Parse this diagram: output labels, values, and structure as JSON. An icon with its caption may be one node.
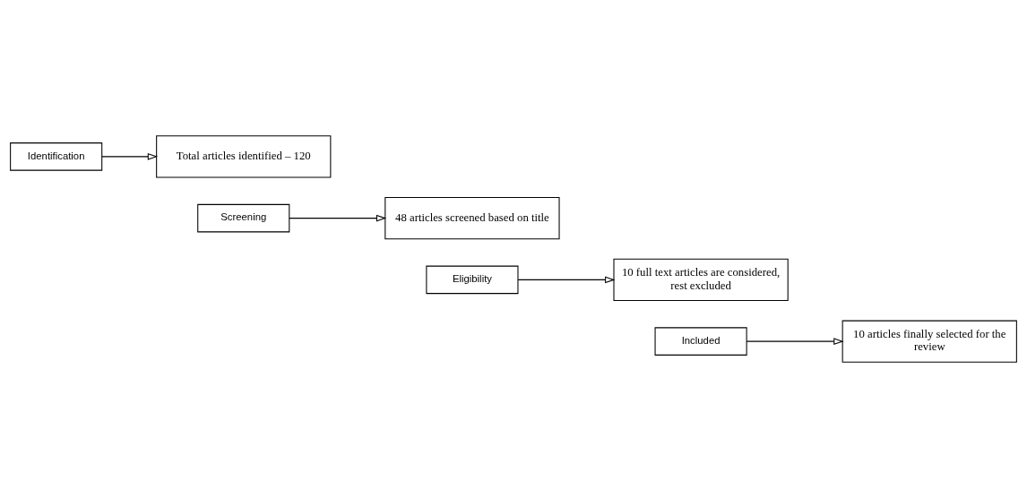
{
  "diagram": {
    "nodes": [
      {
        "text": [
          "Identification"
        ]
      },
      {
        "text": [
          "Total articles identified – 120"
        ]
      },
      {
        "text": [
          "Screening"
        ]
      },
      {
        "text": [
          "48 articles screened based on title"
        ]
      },
      {
        "text": [
          "Eligibility"
        ]
      },
      {
        "text": [
          "10 full text articles are considered, rest excluded"
        ]
      },
      {
        "text": [
          "Included"
        ]
      },
      {
        "text": [
          "10 articles finally selected for the review"
        ]
      }
    ],
    "edges": [
      {
        "from": 0,
        "to": 1,
        "arrow": "to"
      },
      {
        "from": 2,
        "to": 3,
        "arrow": "to"
      },
      {
        "from": 4,
        "to": 5,
        "arrow": "to"
      },
      {
        "from": 6,
        "to": 7,
        "arrow": "to"
      }
    ]
  }
}
